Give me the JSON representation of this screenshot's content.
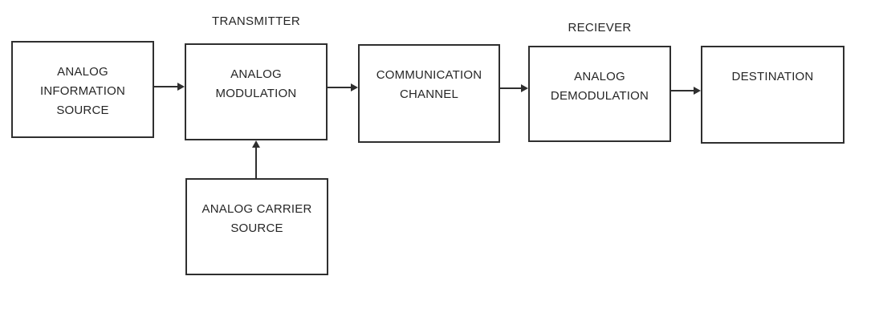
{
  "diagram": {
    "section_labels": {
      "transmitter": "TRANSMITTER",
      "reciever": "RECIEVER"
    },
    "boxes": [
      {
        "id": "analog-information-source",
        "label": "ANALOG\nINFORMATION\nSOURCE"
      },
      {
        "id": "analog-modulation",
        "label": "ANALOG\nMODULATION"
      },
      {
        "id": "communication-channel",
        "label": "COMMUNICATION\nCHANNEL"
      },
      {
        "id": "analog-demodulation",
        "label": "ANALOG\nDEMODULATION"
      },
      {
        "id": "destination",
        "label": "DESTINATION"
      },
      {
        "id": "analog-carrier-source",
        "label": "ANALOG CARRIER\nSOURCE"
      }
    ],
    "connections": [
      {
        "from": "analog-information-source",
        "to": "analog-modulation"
      },
      {
        "from": "analog-modulation",
        "to": "communication-channel"
      },
      {
        "from": "communication-channel",
        "to": "analog-demodulation"
      },
      {
        "from": "analog-demodulation",
        "to": "destination"
      },
      {
        "from": "analog-carrier-source",
        "to": "analog-modulation"
      }
    ],
    "colors": {
      "line": "#2f2f2f",
      "text": "#262626",
      "background": "#ffffff"
    }
  }
}
